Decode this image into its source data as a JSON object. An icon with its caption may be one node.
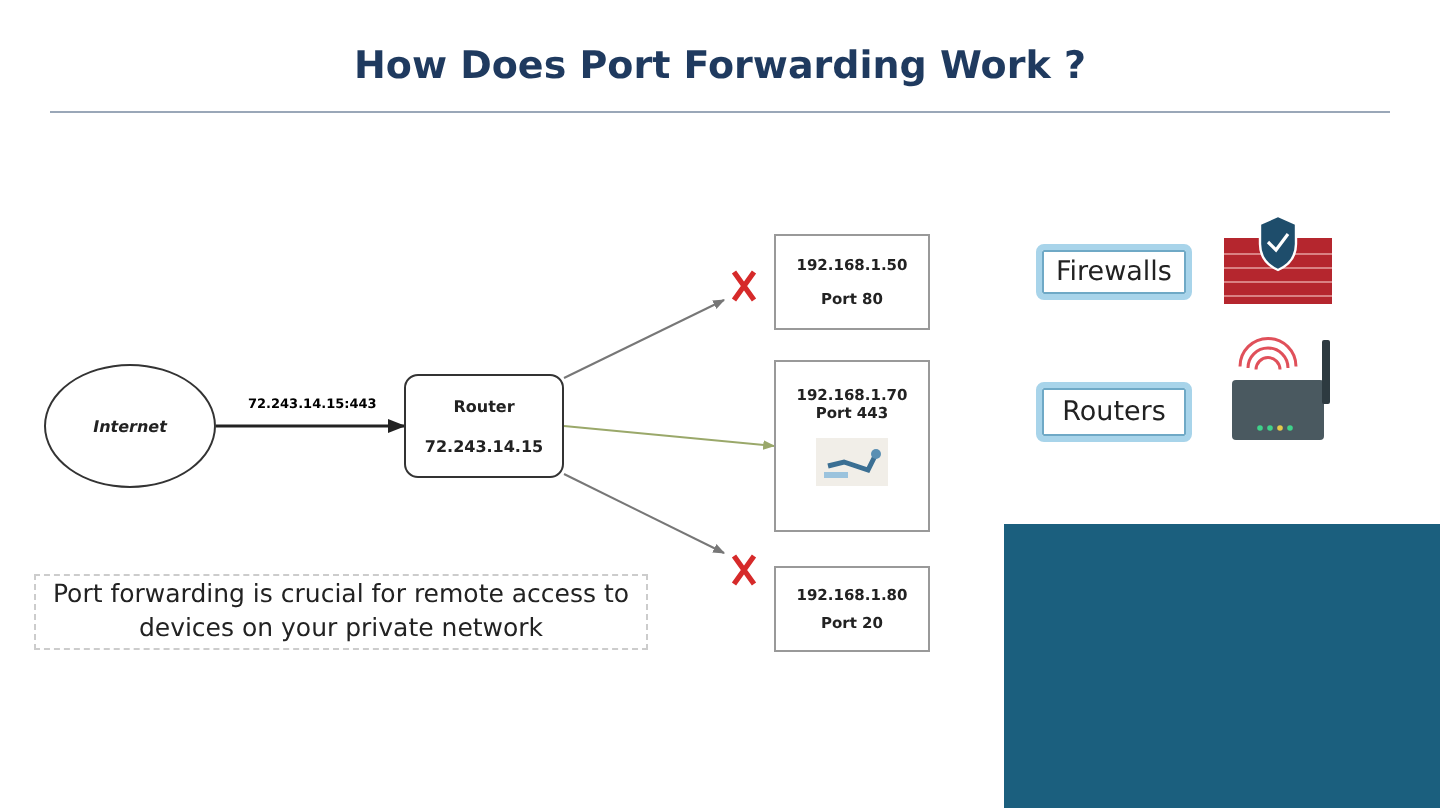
{
  "diagram": {
    "title": "How Does Port Forwarding Work ?",
    "nodes": [
      {
        "text": [
          "Internet"
        ]
      },
      {
        "text": [
          "Router",
          "72.243.14.15"
        ]
      },
      {
        "text": [
          "192.168.1.50",
          "Port 80"
        ]
      },
      {
        "text": [
          "192.168.1.70",
          "Port 443"
        ]
      },
      {
        "text": [
          "192.168.1.80",
          "Port 20"
        ]
      },
      {
        "text": [
          "Port forwarding is crucial for remote access to devices on your private network"
        ]
      },
      {
        "text": [
          "Firewalls"
        ]
      },
      {
        "text": [
          "Routers"
        ]
      }
    ],
    "edges": [
      {
        "from": 0,
        "to": 1,
        "arrow": "to",
        "label": "72.243.14.15:443"
      },
      {
        "from": 1,
        "to": 2,
        "arrow": "to"
      },
      {
        "from": 1,
        "to": 3,
        "arrow": "to",
        "color": "#9aa86a"
      },
      {
        "from": 1,
        "to": 4,
        "arrow": "to"
      }
    ]
  }
}
